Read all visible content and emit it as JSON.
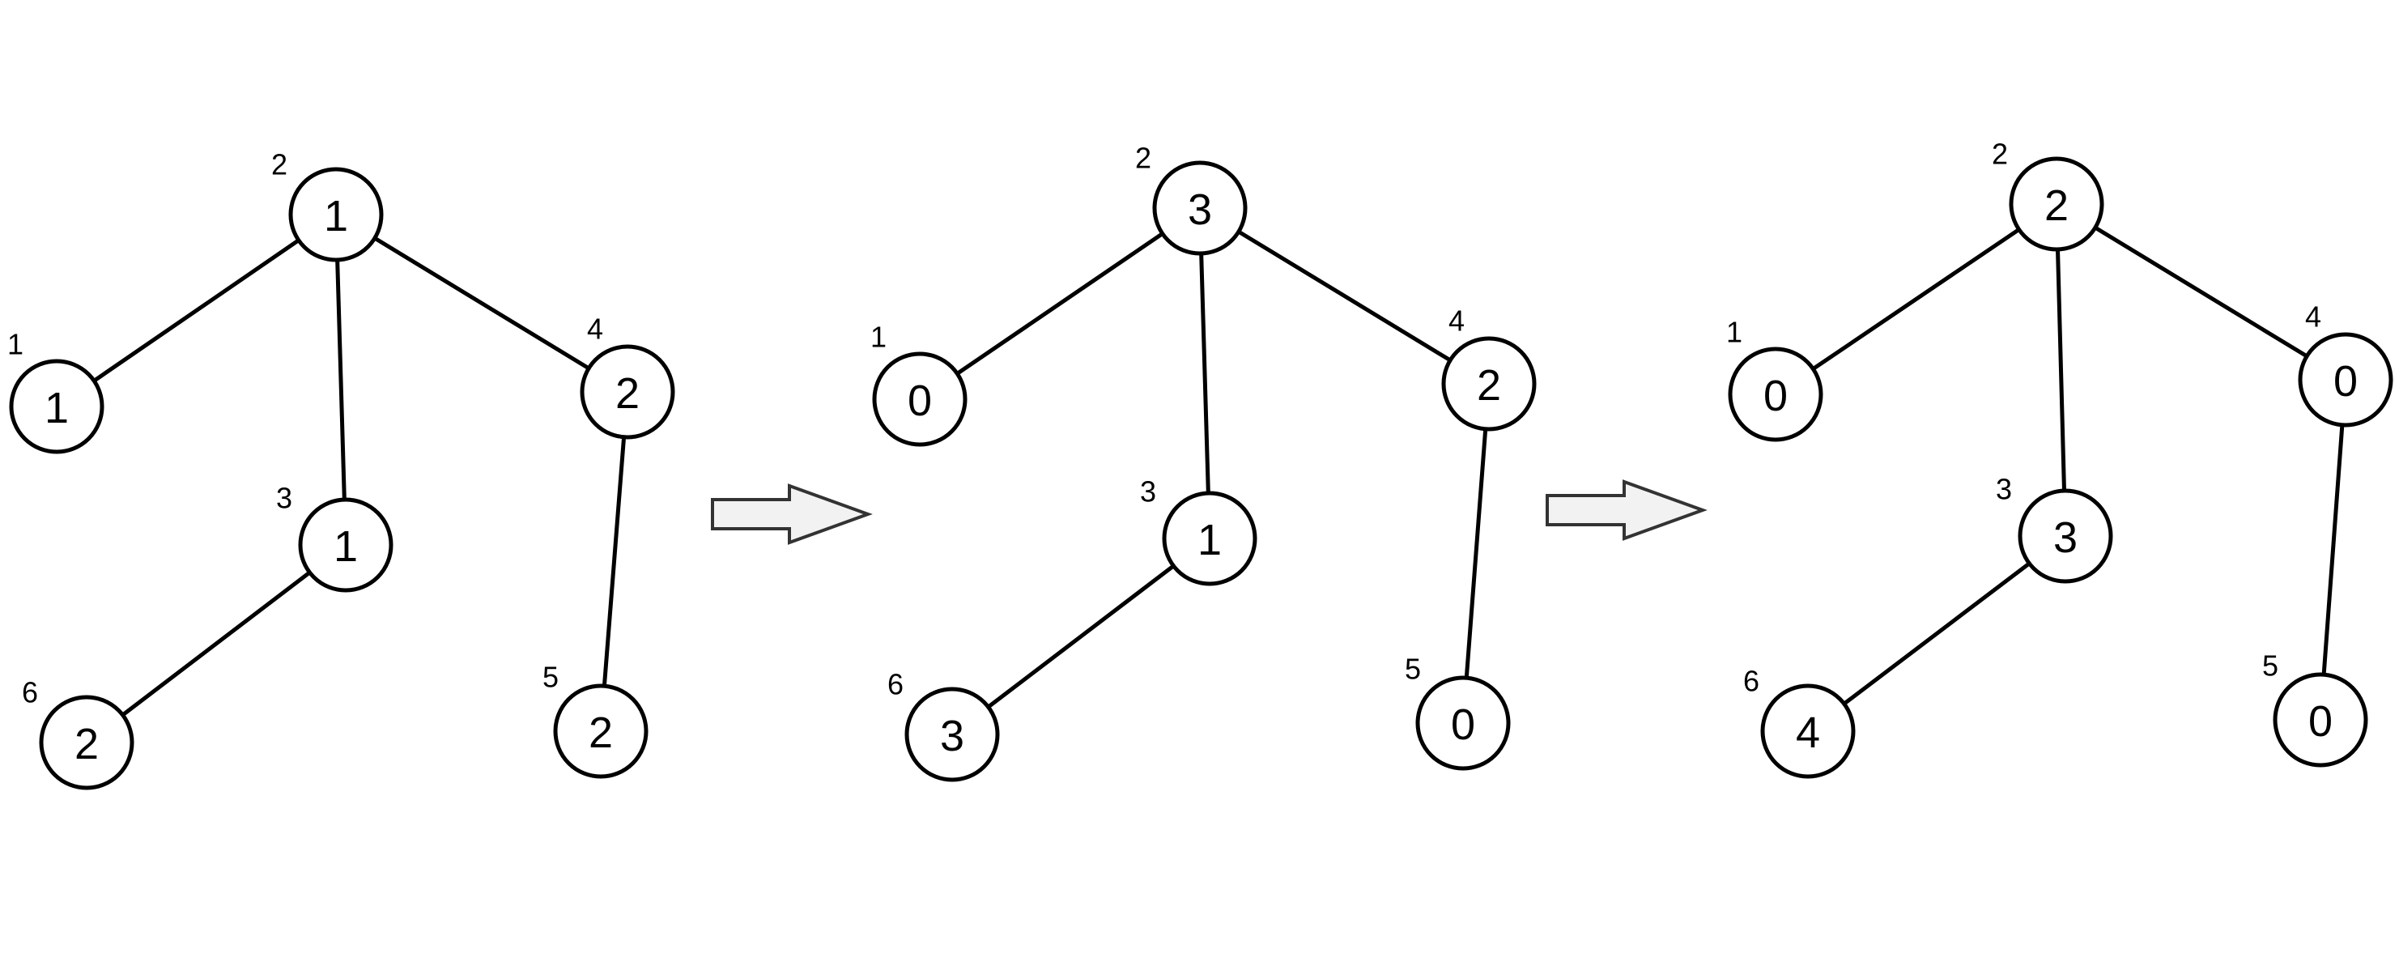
{
  "colors": {
    "stroke": "#000000",
    "node_fill": "#ffffff",
    "arrow_fill": "#f2f2f2",
    "arrow_stroke": "#333333"
  },
  "trees": [
    {
      "name": "tree-step-1",
      "nodes": [
        {
          "id": "1",
          "value": "1"
        },
        {
          "id": "2",
          "value": "1"
        },
        {
          "id": "3",
          "value": "1"
        },
        {
          "id": "4",
          "value": "2"
        },
        {
          "id": "5",
          "value": "2"
        },
        {
          "id": "6",
          "value": "2"
        }
      ],
      "edges": [
        [
          "2",
          "1"
        ],
        [
          "2",
          "3"
        ],
        [
          "2",
          "4"
        ],
        [
          "3",
          "6"
        ],
        [
          "4",
          "5"
        ]
      ]
    },
    {
      "name": "tree-step-2",
      "nodes": [
        {
          "id": "1",
          "value": "0"
        },
        {
          "id": "2",
          "value": "3"
        },
        {
          "id": "3",
          "value": "1"
        },
        {
          "id": "4",
          "value": "2"
        },
        {
          "id": "5",
          "value": "0"
        },
        {
          "id": "6",
          "value": "3"
        }
      ],
      "edges": [
        [
          "2",
          "1"
        ],
        [
          "2",
          "3"
        ],
        [
          "2",
          "4"
        ],
        [
          "3",
          "6"
        ],
        [
          "4",
          "5"
        ]
      ]
    },
    {
      "name": "tree-step-3",
      "nodes": [
        {
          "id": "1",
          "value": "0"
        },
        {
          "id": "2",
          "value": "2"
        },
        {
          "id": "3",
          "value": "3"
        },
        {
          "id": "4",
          "value": "0"
        },
        {
          "id": "5",
          "value": "0"
        },
        {
          "id": "6",
          "value": "4"
        }
      ],
      "edges": [
        [
          "2",
          "1"
        ],
        [
          "2",
          "3"
        ],
        [
          "2",
          "4"
        ],
        [
          "3",
          "6"
        ],
        [
          "4",
          "5"
        ]
      ]
    }
  ],
  "arrows": [
    {
      "name": "step-arrow-1"
    },
    {
      "name": "step-arrow-2"
    }
  ]
}
